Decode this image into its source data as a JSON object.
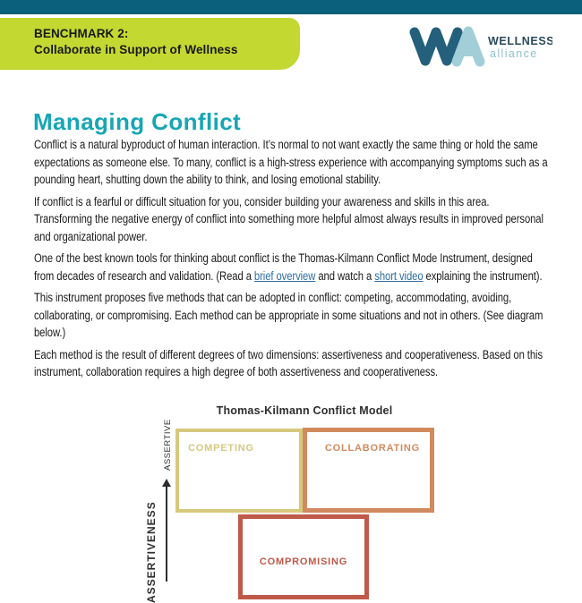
{
  "header": {
    "benchmark_line1": "BENCHMARK 2:",
    "benchmark_line2": "Collaborate in Support of Wellness",
    "logo": {
      "monogram": "WA",
      "wordmark_top": "WELLNESS",
      "wordmark_bottom": "alliance"
    }
  },
  "page_title": "Managing Conflict",
  "paragraphs": [
    {
      "text": "Conflict is a natural byproduct of human interaction. It’s normal to not want exactly the same thing or hold the same expectations as someone else. To many, conflict is a high-stress experience with accompanying symptoms such as a pounding heart, shutting down the ability to think, and losing emotional stability."
    },
    {
      "text": "If conflict is a fearful or difficult situation for you, consider building your awareness and skills in this area. Transforming the negative energy of conflict into something more helpful almost always results in improved personal and organizational power."
    },
    {
      "pre": "One of the best known tools for thinking about conflict is the Thomas-Kilmann Conflict Mode Instrument, designed from decades of research and validation. (Read a ",
      "link1": "brief overview",
      "mid": " and watch a ",
      "link2": "short video",
      "post": " explaining the instrument)."
    },
    {
      "text": "This instrument proposes five methods that can be adopted in conflict: competing, accommodating, avoiding, collaborating, or compromising. Each method can be appropriate in some situations and not in others. (See diagram below.)"
    },
    {
      "text": "Each method is the result of different degrees of two dimensions: assertiveness and cooperativeness. Based on this instrument, collaboration requires a high degree of both assertiveness and cooperativeness."
    }
  ],
  "diagram": {
    "title": "Thomas-Kilmann Conflict Model",
    "axis": {
      "top_label": "ASSERTIVE",
      "side_label": "ASSERTIVENESS"
    },
    "boxes": [
      {
        "label": "COMPETING",
        "color": "#d6c97d"
      },
      {
        "label": "COLLABORATING",
        "color": "#d18a5d"
      },
      {
        "label": "COMPROMISING",
        "color": "#bf5a49"
      }
    ]
  },
  "colors": {
    "top_bar": "#0b617b",
    "benchmark_banner": "#c3d831",
    "heading_teal": "#17a6b4",
    "link_blue": "#2e6da4",
    "logo_dark_teal": "#24607c",
    "logo_light_teal": "#a2ced8",
    "competing_khaki": "#d6c97d",
    "collaborating_orange": "#d18a5d",
    "compromising_rust": "#bf5a49"
  }
}
